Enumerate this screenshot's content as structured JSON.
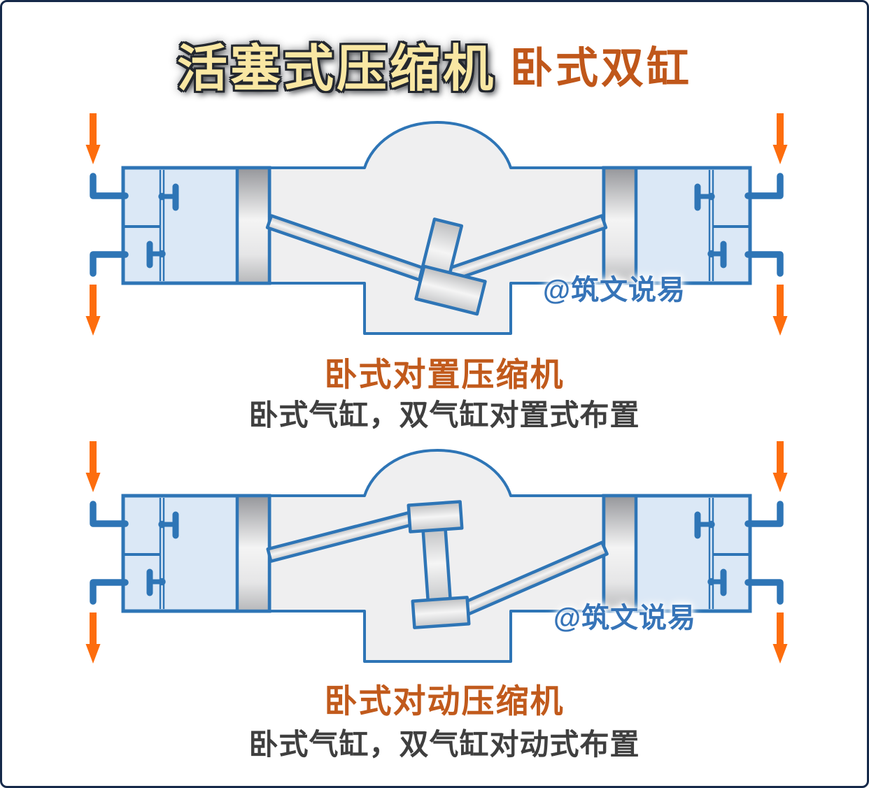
{
  "header": {
    "title_main": "活塞式压缩机",
    "title_sub": "卧式双缸"
  },
  "diagram1": {
    "caption": "卧式对置压缩机",
    "subcaption": "卧式气缸，双气缸对置式布置",
    "watermark": "@筑文说易"
  },
  "diagram2": {
    "caption": "卧式对动压缩机",
    "subcaption": "卧式气缸，双气缸对动式布置",
    "watermark": "@筑文说易"
  },
  "colors": {
    "outline_blue": "#2e75b6",
    "cylinder_fill_light_blue": "#dbe8f6",
    "crankcase_fill_gray": "#efeff0",
    "flow_arrow_orange": "#fd6d0d",
    "caption_orange": "#c15a1c",
    "subcaption_gray": "#3f3f3f",
    "title_cream": "#f9e7a3",
    "title_outline_dark": "#23272e",
    "border_navy": "#16294a",
    "watermark_blue": "#3674b8"
  }
}
